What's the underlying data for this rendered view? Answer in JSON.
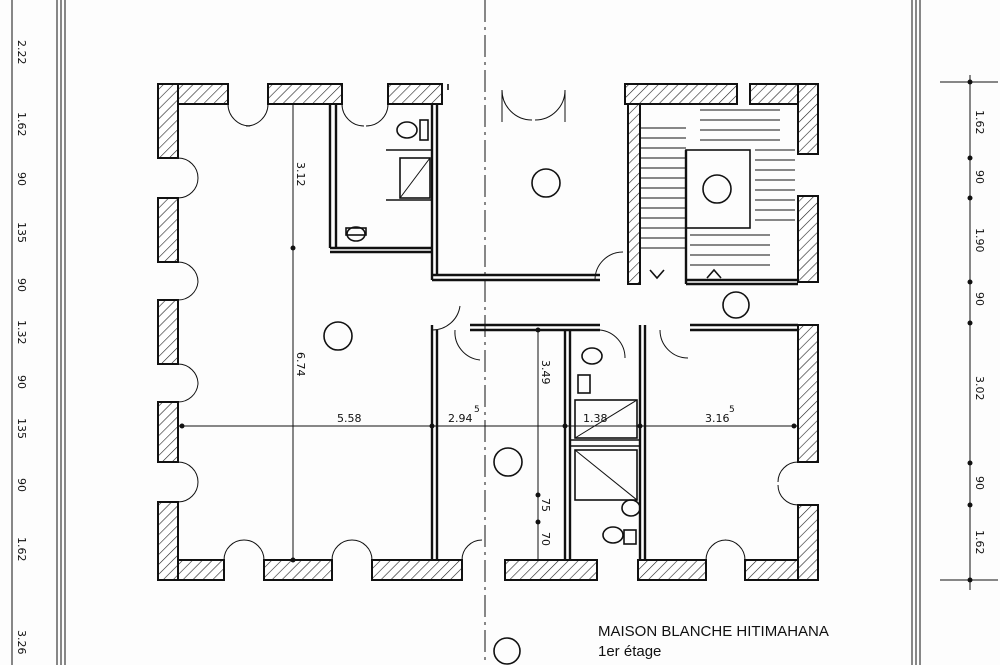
{
  "title_block": {
    "title": "MAISON BLANCHE HITIMAHANA",
    "subtitle": "1er étage"
  },
  "dimensions": {
    "left": [
      "2.22",
      "1.62",
      "90",
      "135",
      "90",
      "1.32",
      "90",
      "135",
      "90",
      "1.62",
      "3.26"
    ],
    "right": [
      "1.62",
      "90",
      "1.90",
      "90",
      "3.02",
      "90",
      "1.62"
    ],
    "interior": {
      "wc_height": "3.12",
      "room_height": "6.74",
      "room_width": "5.58",
      "corridor_width": "2.94",
      "corridor_width_sup": "5",
      "bath_width": "1.38",
      "right_room_width": "3.16",
      "right_room_width_sup": "5",
      "corridor_height": "3.49",
      "small_1": "75",
      "small_2": "70"
    }
  }
}
